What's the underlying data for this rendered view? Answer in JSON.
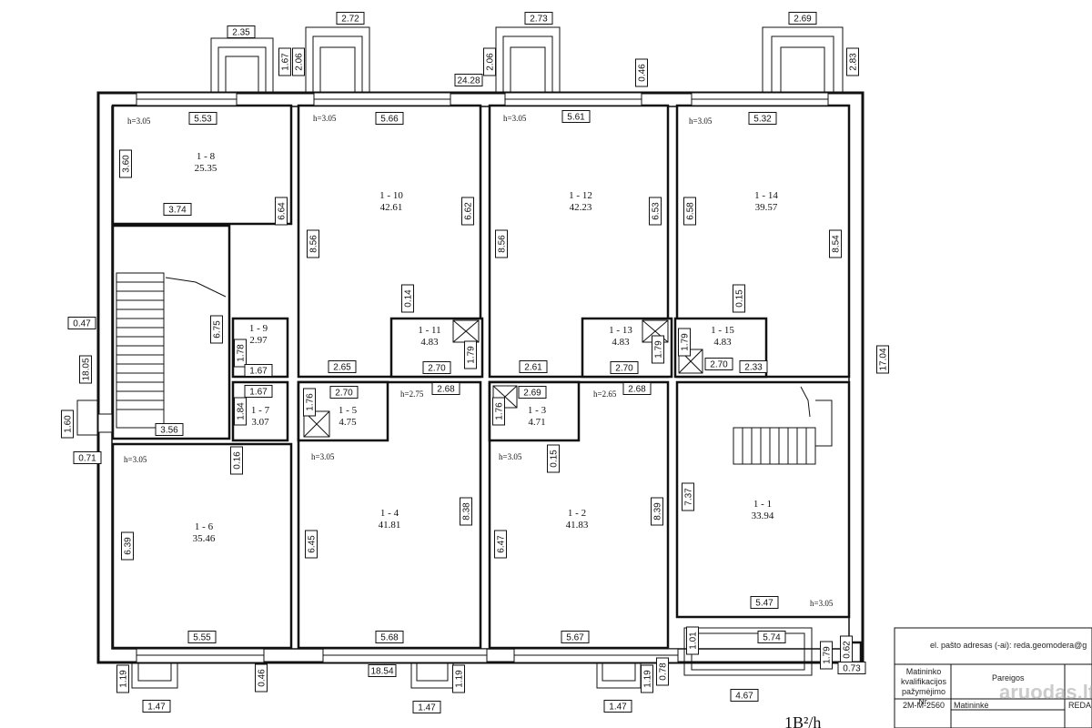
{
  "rooms": [
    {
      "id": "1 - 8",
      "area": "25.35"
    },
    {
      "id": "1 - 10",
      "area": "42.61"
    },
    {
      "id": "1 - 12",
      "area": "42.23"
    },
    {
      "id": "1 - 14",
      "area": "39.57"
    },
    {
      "id": "1 - 9",
      "area": "2.97"
    },
    {
      "id": "1 - 11",
      "area": "4.83"
    },
    {
      "id": "1 - 13",
      "area": "4.83"
    },
    {
      "id": "1 - 15",
      "area": "4.83"
    },
    {
      "id": "1 - 7",
      "area": "3.07"
    },
    {
      "id": "1 - 5",
      "area": "4.75"
    },
    {
      "id": "1 - 3",
      "area": "4.71"
    },
    {
      "id": "1 - 6",
      "area": "35.46"
    },
    {
      "id": "1 - 4",
      "area": "41.81"
    },
    {
      "id": "1 - 2",
      "area": "41.83"
    },
    {
      "id": "1 - 1",
      "area": "33.94"
    }
  ],
  "heights": [
    "h=3.05",
    "h=3.05",
    "h=3.05",
    "h=3.05",
    "h=2.75",
    "h=2.65",
    "h=3.05",
    "h=3.05",
    "h=3.05",
    "h=3.05"
  ],
  "dims": [
    "2.35",
    "2.72",
    "2.73",
    "2.69",
    "1.67",
    "2.06",
    "2.06",
    "24.28",
    "0.46",
    "2.83",
    "5.53",
    "5.66",
    "5.61",
    "5.32",
    "3.60",
    "6.64",
    "3.74",
    "8.56",
    "6.62",
    "8.56",
    "6.53",
    "6.58",
    "8.54",
    "0.14",
    "0.15",
    "0.47",
    "6.75",
    "18.05",
    "1.78",
    "1.67",
    "1.79",
    "1.79",
    "1.79",
    "2.65",
    "2.70",
    "2.61",
    "2.70",
    "2.70",
    "2.33",
    "17.04",
    "1.67",
    "1.84",
    "1.76",
    "2.70",
    "2.68",
    "2.69",
    "2.68",
    "1.76",
    "1.60",
    "3.56",
    "0.71",
    "0.16",
    "0.15",
    "6.39",
    "6.45",
    "8.38",
    "6.47",
    "8.39",
    "7.37",
    "5.47",
    "5.55",
    "5.68",
    "5.67",
    "5.74",
    "1.01",
    "1.79",
    "0.62",
    "0.73",
    "1.19",
    "0.46",
    "18.54",
    "1.19",
    "1.19",
    "0.78",
    "4.67",
    "1.47",
    "1.47",
    "1.47"
  ],
  "scale": "1B²/h",
  "info": {
    "email": "el. pašto adresas (-ai): reda.geomodera@g",
    "qual": "Matininko kvalifikacijos pažymėjimo Nr.",
    "qual_no": "2M-M-2560",
    "role": "Pareigos",
    "role_val": "Matininkė",
    "name": "REDA"
  },
  "watermark": "aruodas.lt"
}
